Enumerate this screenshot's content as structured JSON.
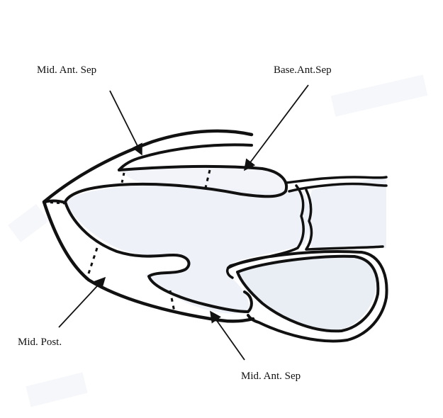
{
  "labels": {
    "top_left": "Mid. Ant. Sep",
    "top_right": "Base.Ant.Sep",
    "bottom_left": "Mid. Post.",
    "bottom_right": "Mid. Ant. Sep"
  },
  "colors": {
    "background": "#ffffff",
    "ink": "#111111",
    "chamber_fill": "#e9edf4"
  }
}
